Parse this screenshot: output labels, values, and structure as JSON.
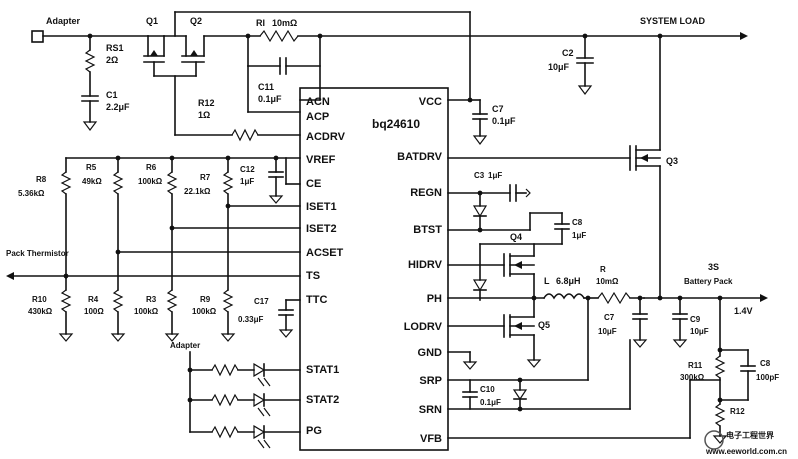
{
  "ic": {
    "name": "bq24610",
    "left_pins": [
      "ACN",
      "ACP",
      "ACDRV",
      "VREF",
      "CE",
      "ISET1",
      "ISET2",
      "ACSET",
      "TS",
      "TTC",
      "STAT1",
      "STAT2",
      "PG"
    ],
    "right_pins": [
      "VCC",
      "BATDRV",
      "REGN",
      "BTST",
      "HIDRV",
      "PH",
      "LODRV",
      "GND",
      "SRP",
      "SRN",
      "VFB"
    ]
  },
  "nets": {
    "adapter": "Adapter",
    "system_load": "SYSTEM LOAD",
    "pack_thermistor": "Pack Thermistor",
    "battery_pack": "Battery Pack",
    "battery_cells": "3S",
    "adapter_pullup": "Adapter"
  },
  "components": {
    "q1": "Q1",
    "q2": "Q2",
    "rs1": {
      "ref": "RS1",
      "value": "2Ω"
    },
    "c1": {
      "ref": "C1",
      "value": "2.2μF"
    },
    "rs_ac": {
      "ref": "RI",
      "value": "10mΩ"
    },
    "c11": {
      "ref": "C11",
      "value": "0.1μF"
    },
    "r12": {
      "ref": "R12",
      "value": "1Ω"
    },
    "c2": {
      "ref": "C2",
      "value": "10μF"
    },
    "c7": {
      "ref": "C7",
      "value": "0.1μF"
    },
    "c12": {
      "ref": "C12",
      "value": "1μF"
    },
    "r_vref1": {
      "ref": "R8",
      "value": "5.36kΩ"
    },
    "r_vref2": {
      "ref": "R5",
      "value": "49kΩ"
    },
    "r_vref3": {
      "ref": "R6",
      "value": "100kΩ"
    },
    "r_vref4": {
      "ref": "R7",
      "value": "22.1kΩ"
    },
    "r_low1": {
      "ref": "R10",
      "value": "430kΩ"
    },
    "r_low2": {
      "ref": "R4",
      "value": "100Ω"
    },
    "r_low3": {
      "ref": "R3",
      "value": "100kΩ"
    },
    "r_low4": {
      "ref": "R9",
      "value": "100kΩ"
    },
    "c17": {
      "ref": "C17",
      "value": "0.33μF"
    },
    "q5_batfet": "Q3",
    "c3": {
      "ref": "C3",
      "value": "1μF"
    },
    "c8": {
      "ref": "C8",
      "value": "1μF"
    },
    "q_hi": "Q4",
    "q_lo": "Q5",
    "inductor": {
      "ref": "L",
      "value": "6.8μH"
    },
    "rsense": {
      "ref": "R",
      "value": "10mΩ"
    },
    "c7b": {
      "ref": "C7",
      "value": "10μF"
    },
    "c9": {
      "ref": "C9",
      "value": "10μF"
    },
    "c10": {
      "ref": "C10",
      "value": "0.1μF"
    },
    "r_fb1": {
      "ref": "R11",
      "value": "300kΩ"
    },
    "r_fb2": {
      "ref": "R12"
    },
    "c_fb": {
      "ref": "C8",
      "value": "100pF"
    },
    "vbat": "1.4V"
  },
  "watermark": "www.eeworld.com.cn",
  "watermark_zh": "电子工程世界",
  "colors": {
    "line": "#111111",
    "watermark": "#e58a3a"
  }
}
